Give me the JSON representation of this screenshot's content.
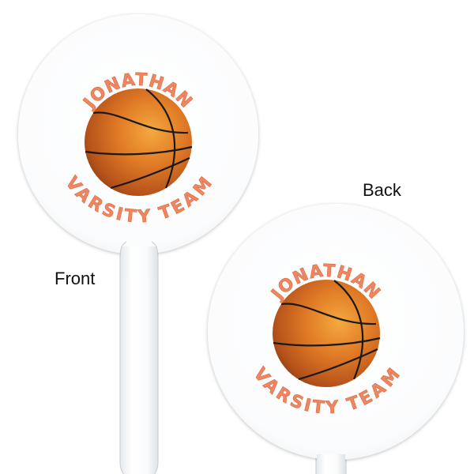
{
  "labels": {
    "front": "Front",
    "back": "Back"
  },
  "design": {
    "top_text": "JONATHAN",
    "bottom_text": "VARSITY TEAM",
    "graphic": "basketball-icon",
    "text_color": "#ee8660",
    "ball_color": "#d9681f",
    "ball_highlight": "#f2a440",
    "seam_color": "#1a1a1a",
    "stick_color": "#ffffff"
  },
  "items": [
    {
      "side": "Front",
      "name": "JONATHAN",
      "subtitle": "VARSITY TEAM"
    },
    {
      "side": "Back",
      "name": "JONATHAN",
      "subtitle": "VARSITY TEAM"
    }
  ]
}
